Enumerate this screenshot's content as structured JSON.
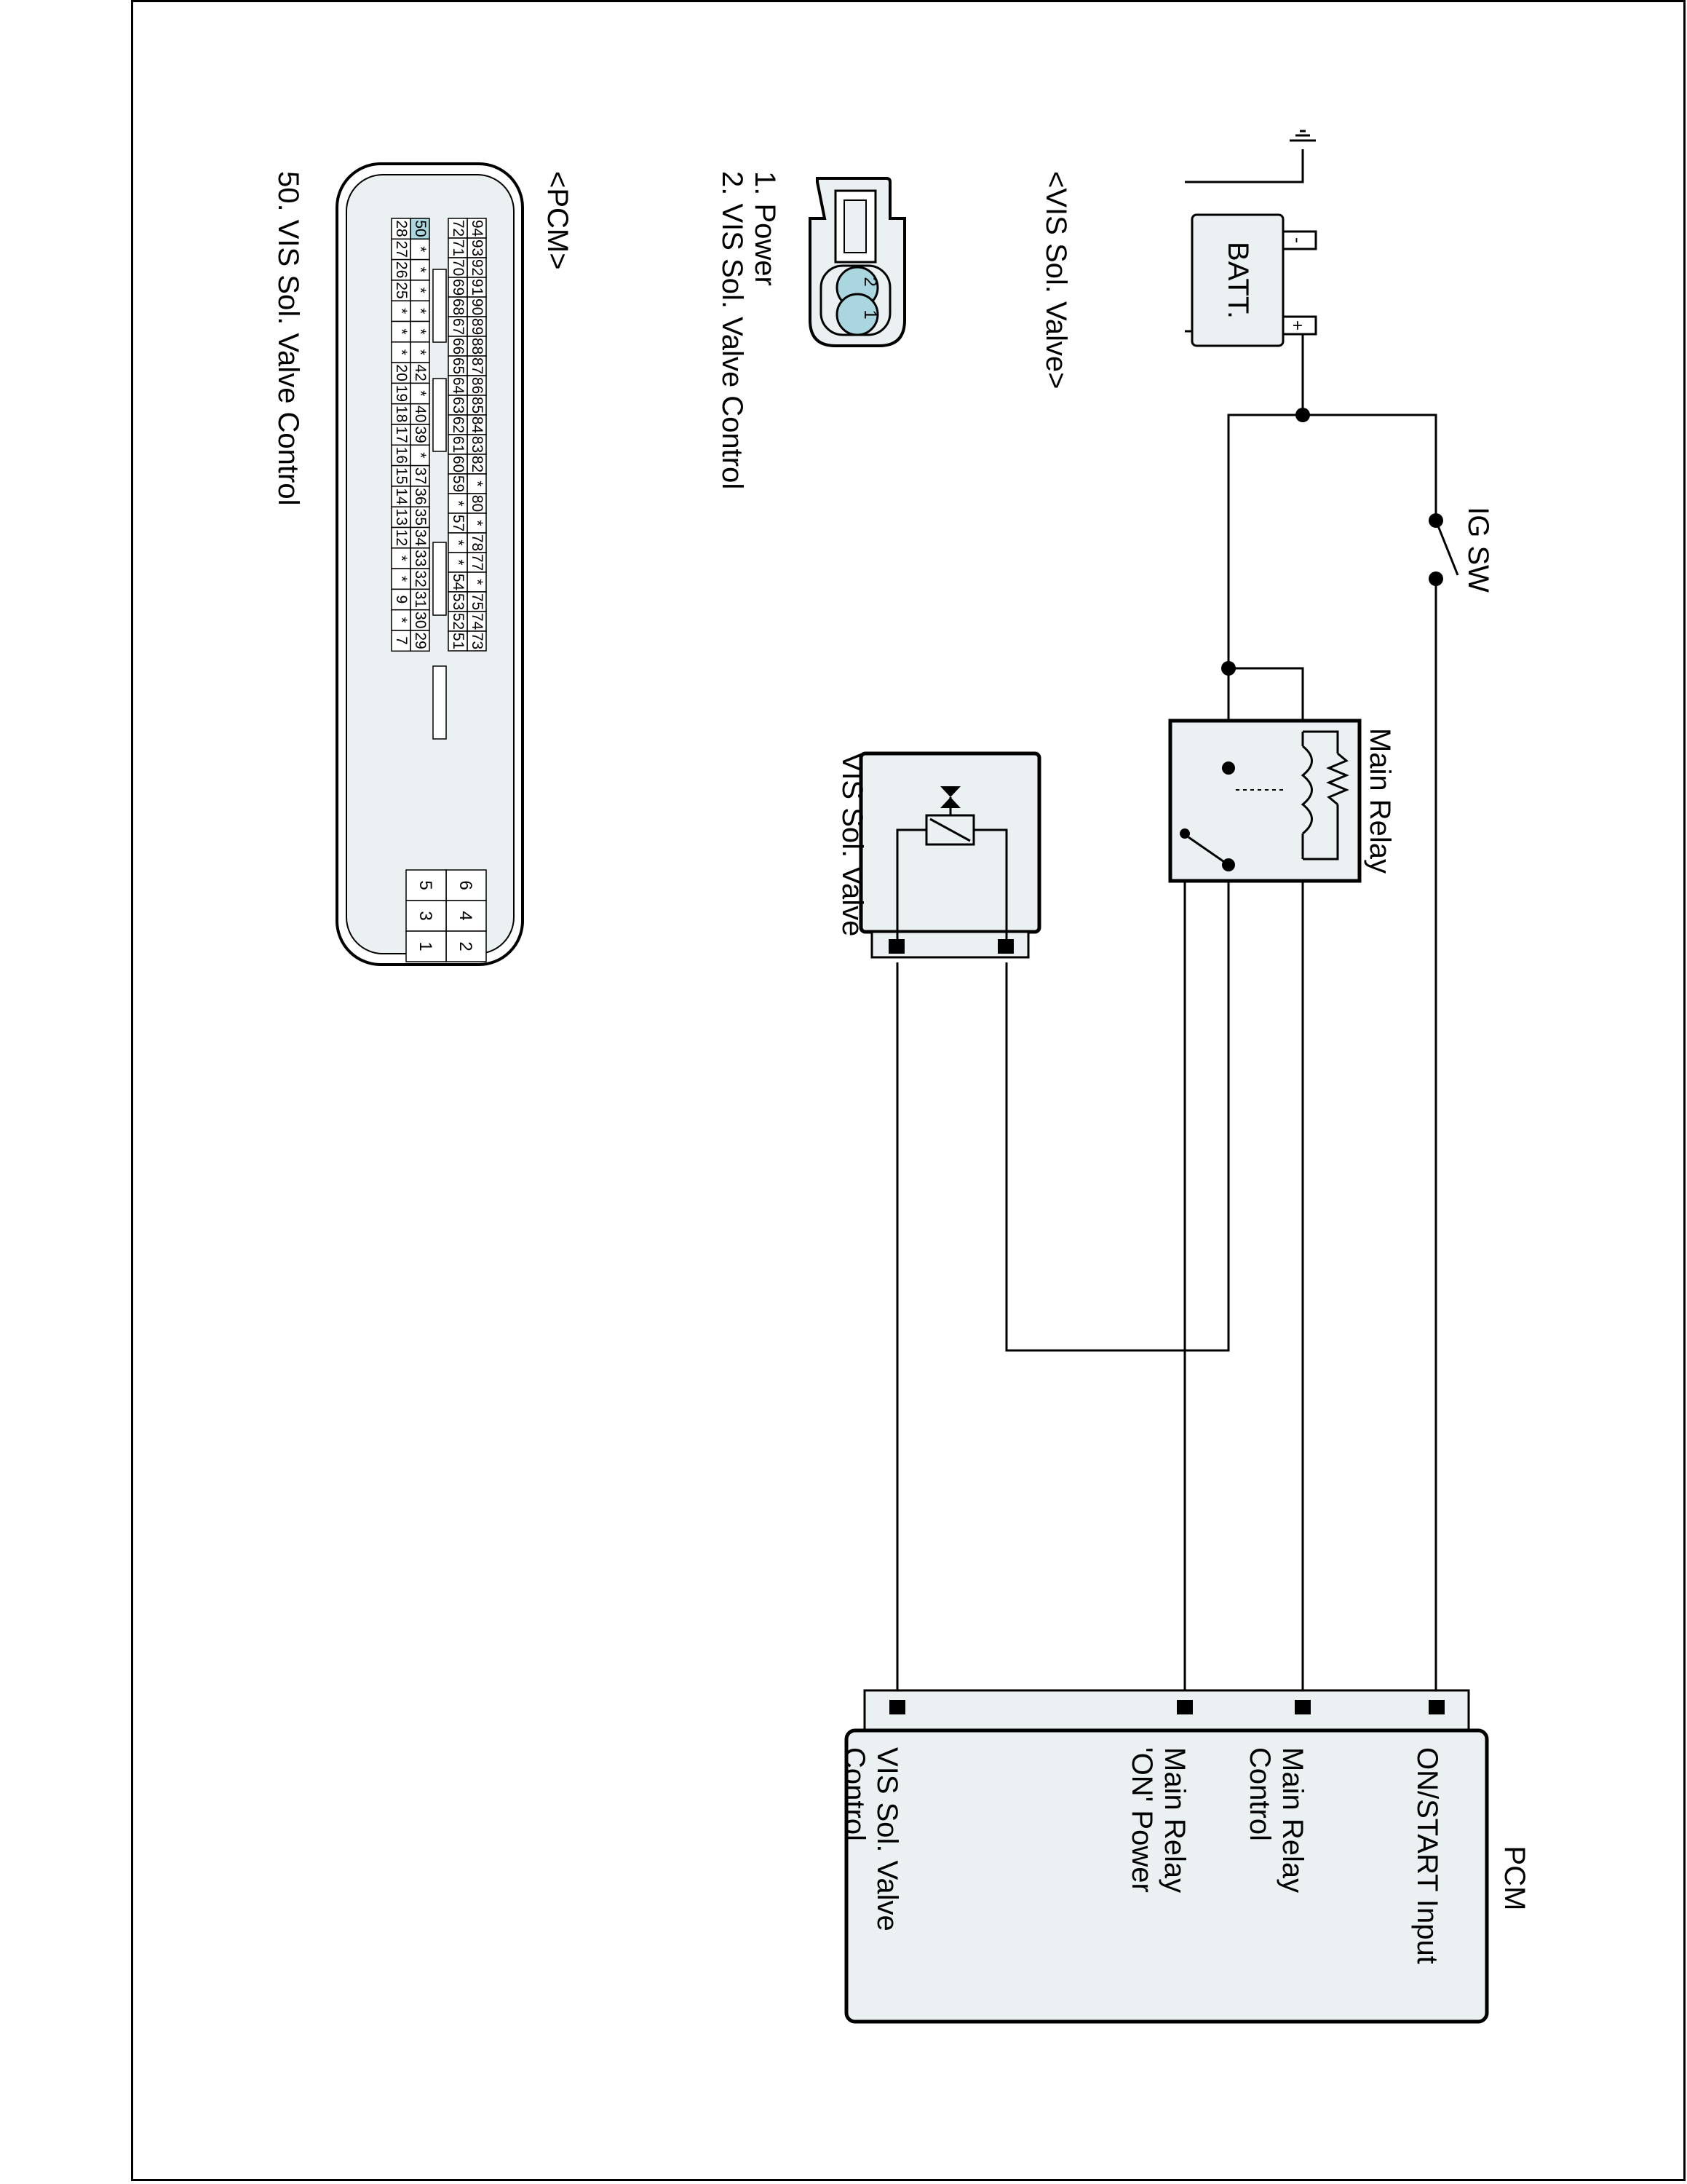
{
  "battery": {
    "label": "BATT.",
    "minus": "-",
    "plus": "+"
  },
  "ig_switch": {
    "label": "IG SW"
  },
  "main_relay": {
    "label": "Main Relay"
  },
  "vis_valve": {
    "label": "VIS Sol. Valve"
  },
  "pcm_box": {
    "title": "PCM",
    "pins": [
      {
        "line1": "ON/START Input",
        "line2": ""
      },
      {
        "line1": "Main Relay",
        "line2": "Control"
      },
      {
        "line1": "Main Relay",
        "line2": "'ON' Power"
      },
      {
        "line1": "VIS Sol. Valve",
        "line2": "Control"
      }
    ]
  },
  "vis_connector": {
    "title": "<VIS Sol. Valve>",
    "pin_numbers": [
      "2",
      "1"
    ],
    "legend": [
      "1. Power",
      "2. VIS Sol. Valve Control"
    ]
  },
  "pcm_connector": {
    "title": "<PCM>",
    "legend": [
      "50. VIS Sol. Valve Control"
    ],
    "highlight_pin": "50",
    "rows": [
      [
        "94",
        "93",
        "92",
        "91",
        "90",
        "89",
        "88",
        "87",
        "86",
        "85",
        "84",
        "83",
        "82",
        "*",
        "80",
        "*",
        "78",
        "77",
        "*",
        "75",
        "74",
        "73"
      ],
      [
        "72",
        "71",
        "70",
        "69",
        "68",
        "67",
        "66",
        "65",
        "64",
        "63",
        "62",
        "61",
        "60",
        "59",
        "*",
        "57",
        "*",
        "*",
        "54",
        "53",
        "52",
        "51"
      ],
      [
        "50",
        "*",
        "*",
        "*",
        "*",
        "*",
        "*",
        "42",
        "*",
        "40",
        "39",
        "*",
        "37",
        "36",
        "35",
        "34",
        "33",
        "32",
        "31",
        "30",
        "29"
      ],
      [
        "28",
        "27",
        "26",
        "25",
        "*",
        "*",
        "*",
        "20",
        "19",
        "18",
        "17",
        "16",
        "15",
        "14",
        "13",
        "12",
        "*",
        "*",
        "9",
        "*",
        "7"
      ]
    ],
    "aux_rows": [
      [
        "6",
        "5"
      ],
      [
        "4",
        "3"
      ],
      [
        "2",
        "1"
      ]
    ]
  }
}
